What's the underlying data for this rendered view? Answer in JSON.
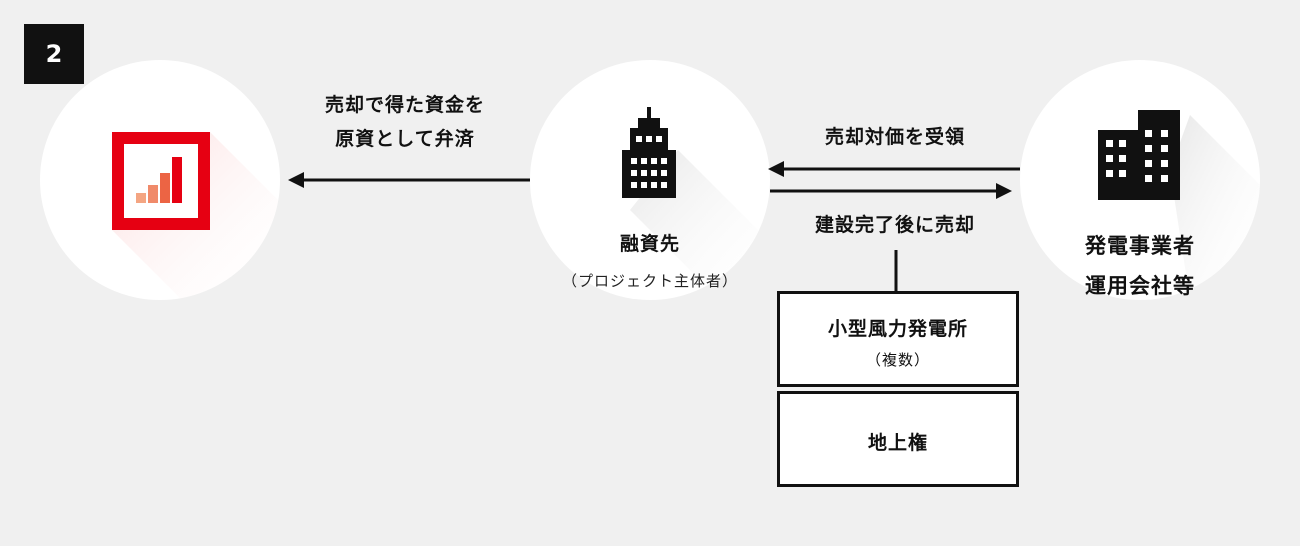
{
  "step": {
    "number": "2"
  },
  "left_edge": {
    "line1": "売却で得た資金を",
    "line2": "原資として弁済"
  },
  "mid_node": {
    "title": "融資先",
    "subtitle": "（プロジェクト主体者）"
  },
  "right_edge": {
    "top": "売却対価を受領",
    "bottom": "建設完了後に売却"
  },
  "right_node": {
    "line1": "発電事業者",
    "line2": "運用会社等"
  },
  "boxes": {
    "plant": {
      "title": "小型風力発電所",
      "subtitle": "（複数）"
    },
    "land": {
      "title": "地上権"
    }
  },
  "colors": {
    "logo_red": "#e60012",
    "bar_light": "#f4a582",
    "bar_mid": "#ef6a4a",
    "bar_dark": "#e0301e"
  },
  "icons": {
    "logo": "bank-logo-icon",
    "mid": "office-building-icon",
    "right": "buildings-icon"
  }
}
